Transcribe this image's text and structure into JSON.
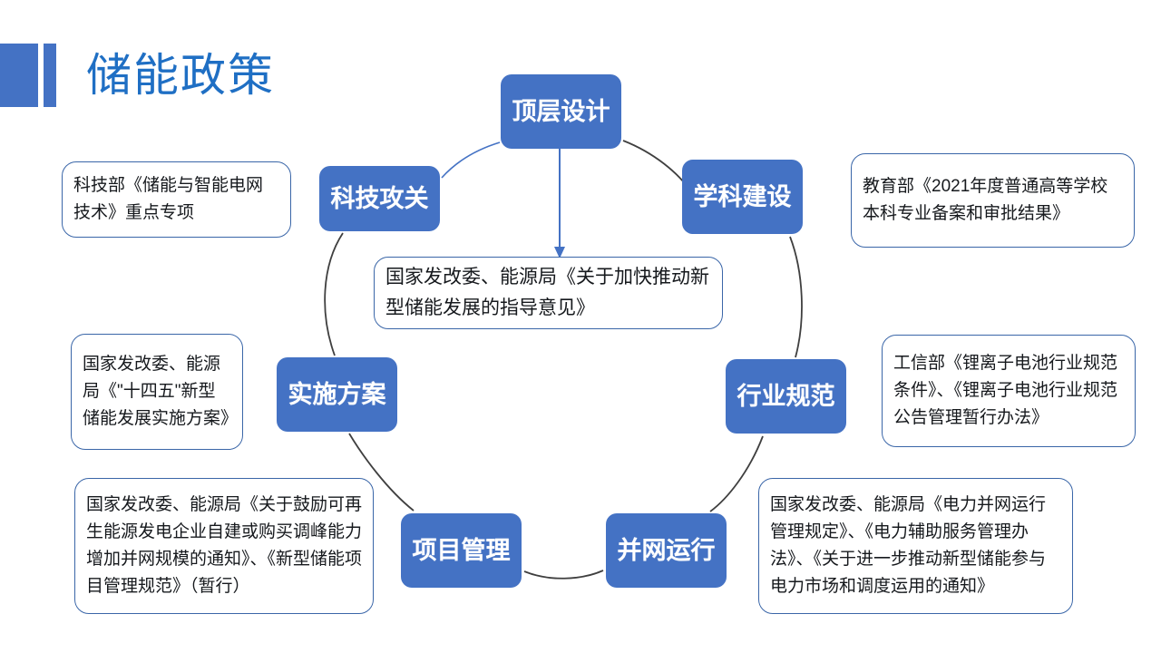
{
  "slide": {
    "title": "储能政策",
    "accent_color": "#4472C4",
    "title_color": "#1F6FC4",
    "background": "#ffffff"
  },
  "diagram": {
    "type": "cycle",
    "center_note": "国家发改委、能源局《关于加快推动新型储能发展的指导意见》",
    "nodes": [
      {
        "id": "top-design",
        "label": "顶层设计",
        "position": "top"
      },
      {
        "id": "discipline",
        "label": "学科建设",
        "position": "upper-right"
      },
      {
        "id": "industry-standard",
        "label": "行业规范",
        "position": "lower-right"
      },
      {
        "id": "grid-operation",
        "label": "并网运行",
        "position": "bottom-right"
      },
      {
        "id": "project-mgmt",
        "label": "项目管理",
        "position": "bottom-left"
      },
      {
        "id": "implementation",
        "label": "实施方案",
        "position": "lower-left"
      },
      {
        "id": "tech-research",
        "label": "科技攻关",
        "position": "upper-left"
      }
    ],
    "callouts": [
      {
        "id": "callout-tech-research",
        "for": "tech-research",
        "text": "科技部《储能与智能电网技术》重点专项"
      },
      {
        "id": "callout-discipline",
        "for": "discipline",
        "text": "教育部《2021年度普通高等学校本科专业备案和审批结果》"
      },
      {
        "id": "callout-implementation",
        "for": "implementation",
        "text": "国家发改委、能源局《\"十四五\"新型储能发展实施方案》"
      },
      {
        "id": "callout-industry-standard",
        "for": "industry-standard",
        "text": "工信部《锂离子电池行业规范条件》、《锂离子电池行业规范公告管理暂行办法》"
      },
      {
        "id": "callout-project-mgmt",
        "for": "project-mgmt",
        "text": "国家发改委、能源局《关于鼓励可再生能源发电企业自建或购买调峰能力增加并网规模的通知》、《新型储能项目管理规范》（暂行）"
      },
      {
        "id": "callout-grid-operation",
        "for": "grid-operation",
        "text": "国家发改委、能源局《电力并网运行管理规定》、《电力辅助服务管理办法》、《关于进一步推动新型储能参与电力市场和调度运用的通知》"
      }
    ],
    "connector_colors": {
      "arc_dark": "#3F3F3F",
      "arc_blue": "#4472C4",
      "arrow": "#4472C4"
    }
  }
}
